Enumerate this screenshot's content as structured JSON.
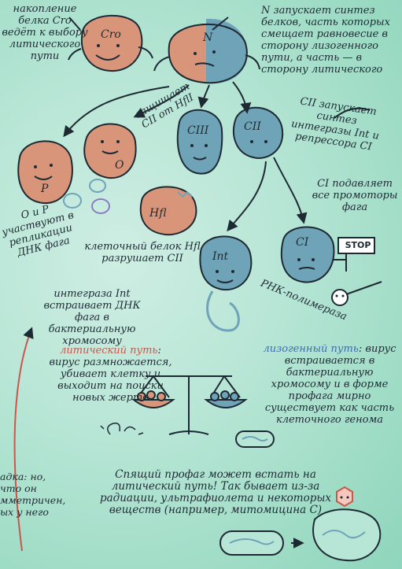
{
  "texts": {
    "cro_accumulation": "накопление белка Cro ведёт к выбору литического пути",
    "n_starts": "N запускает синтез белков, часть которых смещает равновесие в сторону лизогенного пути, а часть — в сторону литического",
    "ciii_protects": "защищает CII от HflI",
    "cii_starts": "CII запускает синтез интегразы Int и репрессора CI",
    "ci_suppresses": "CI подавляет все промоторы фага",
    "o_p_replication": "O и P участвуют в репликации ДНК фага",
    "hfl_destroys": "клеточный белок Hfl разрушает CII",
    "int_inserts": "интеграза Int встраивает ДНК фага в бактериальную хромосому",
    "rna_polymerase": "РНК-полимераза",
    "stop_sign": "STOP",
    "lytic_title": "литический путь",
    "lytic_text": ": вирус размножается, убивает клетку и выходит на поиски новых жертв",
    "lysogenic_title": "лизогенный путь",
    "lysogenic_text": ": вирус встраивается в бактериальную хромосому и в форме профага мирно существует как часть клеточного генома",
    "prophage": "Спящий профаг может встать на литический путь! Так бывает из-за радиации, ультрафиолета и некоторых веществ (например, митомицина С)",
    "left_edge": "адка: но, что он мметричен, ых у него"
  },
  "blobs": {
    "cro": "Cro",
    "n": "N",
    "p": "P",
    "o": "O",
    "ciii": "CIII",
    "cii": "CII",
    "hfl": "Hfl",
    "int": "Int",
    "ci": "CI"
  },
  "colors": {
    "background": "#a8e0cc",
    "red_blob": "#d9957a",
    "blue_blob": "#6fa3b8",
    "ink": "#1e2a33",
    "lytic_red": "#c9574b",
    "lysogenic_blue": "#3d6fa8"
  }
}
